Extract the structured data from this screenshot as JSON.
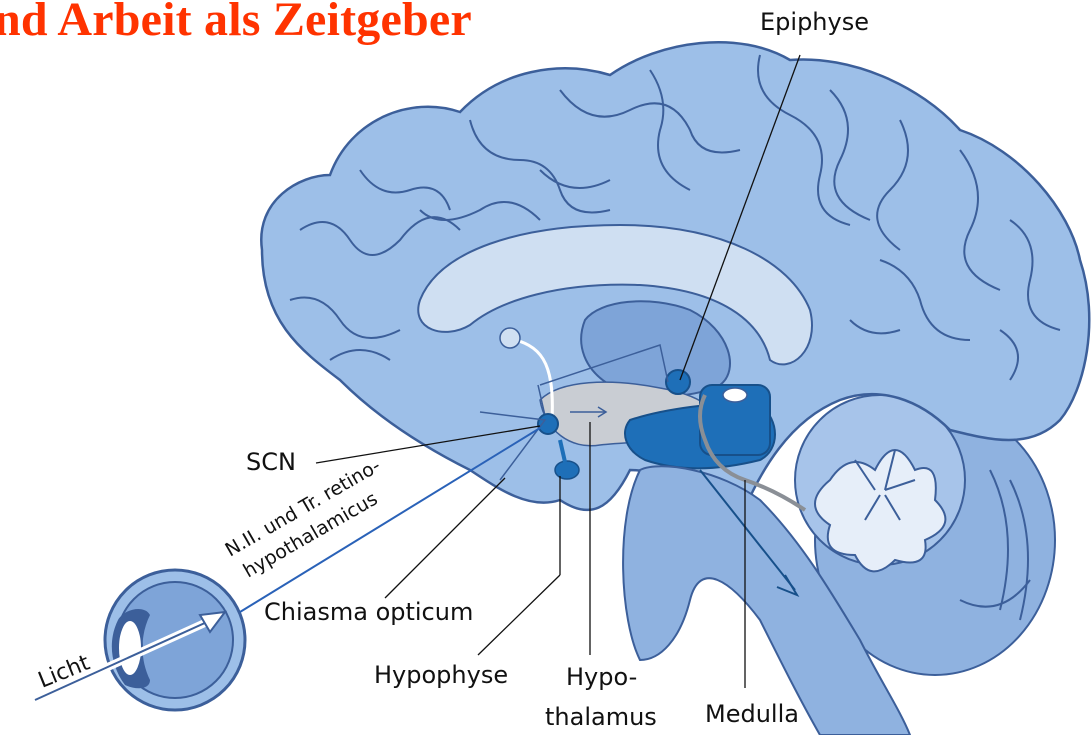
{
  "title": "nd Arbeit als Zeitgeber",
  "labels": {
    "epiphyse": "Epiphyse",
    "scn": "SCN",
    "tract_line1": "N.II. und Tr. retino-",
    "tract_line2": "hypothalamicus",
    "chiasma": "Chiasma opticum",
    "hypophyse": "Hypophyse",
    "hypothalamus_line1": "Hypo-",
    "hypothalamus_line2": "thalamus",
    "medulla": "Medulla",
    "licht": "Licht"
  },
  "colors": {
    "title": "#ff3300",
    "brain_fill": "#9dbfe8",
    "brain_outline": "#3c5f9a",
    "dark_blue": "#1e6fb8",
    "light_area": "#cfdff2",
    "gray_area": "#c9cdd3",
    "tract_line": "#2a62b8"
  }
}
